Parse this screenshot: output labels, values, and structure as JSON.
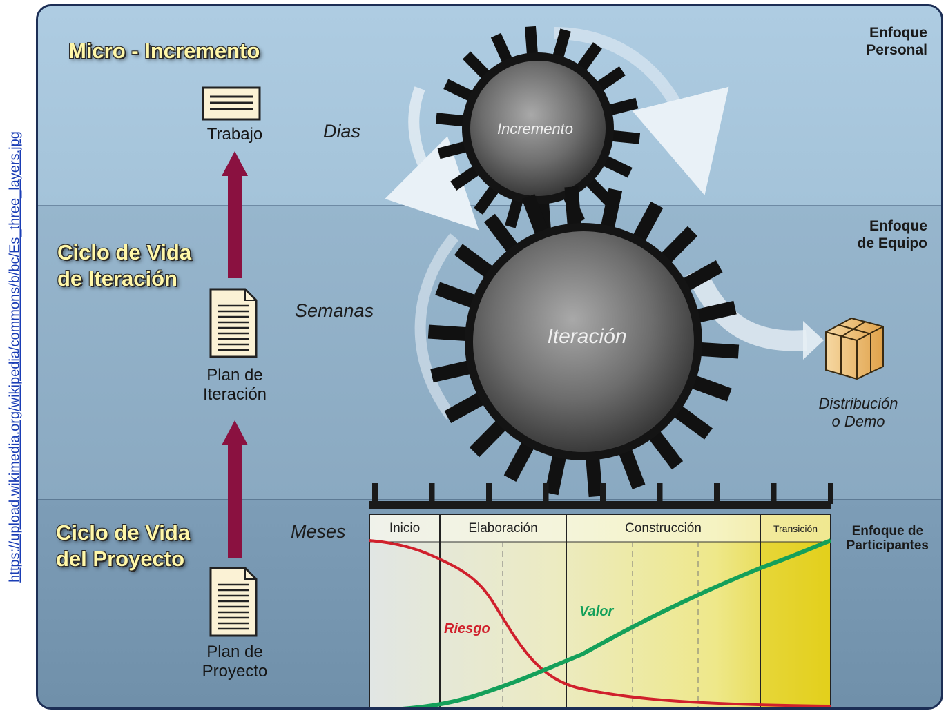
{
  "source_url": "https://upload.wikimedia.org/wikipedia/commons/b/bc/Es_three_layers.jpg",
  "layers": {
    "micro": {
      "title": "Micro - Incremento",
      "scale": "Dias",
      "focus_line1": "Enfoque",
      "focus_line2": "Personal",
      "doc_label": "Trabajo",
      "gear_label": "Incremento"
    },
    "iteration": {
      "title_line1": "Ciclo de Vida",
      "title_line2": "de Iteración",
      "scale": "Semanas",
      "focus_line1": "Enfoque",
      "focus_line2": "de Equipo",
      "doc_label_line1": "Plan de",
      "doc_label_line2": "Iteración",
      "gear_label": "Iteración",
      "output_line1": "Distribución",
      "output_line2": "o Demo"
    },
    "project": {
      "title_line1": "Ciclo de Vida",
      "title_line2": "del Proyecto",
      "scale": "Meses",
      "focus_line1": "Enfoque de",
      "focus_line2": "Participantes",
      "doc_label_line1": "Plan de",
      "doc_label_line2": "Proyecto"
    }
  },
  "phases": [
    "Inicio",
    "Elaboración",
    "Construcción",
    "Transición"
  ],
  "curves": {
    "risk_label": "Riesgo",
    "value_label": "Valor"
  },
  "colors": {
    "title_text": "#fff7a8",
    "arrow": "#8a1140",
    "gear": "#5a5a5a",
    "risk": "#d0202c",
    "value": "#14a05a",
    "chart_bg_start": "#dfe6e6",
    "chart_bg_end": "#e5d21a"
  },
  "icons": [
    "document-stack-icon",
    "document-icon",
    "package-box-icon",
    "gear-icon",
    "arrow-up-icon",
    "cycle-arrow-icon"
  ]
}
